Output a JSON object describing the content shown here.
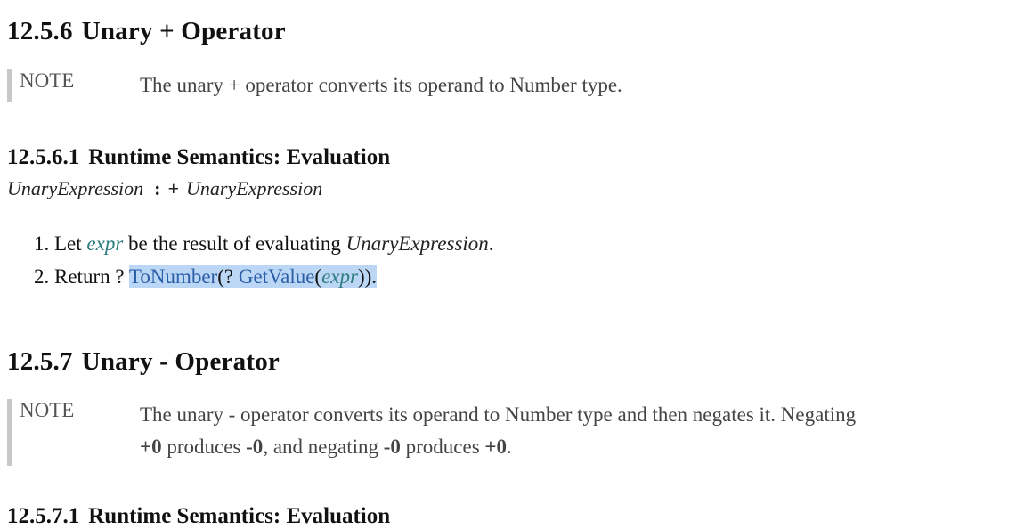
{
  "section_1": {
    "number": "12.5.6",
    "title": "Unary + Operator",
    "note_label": "NOTE",
    "note_text": "The unary + operator converts its operand to Number type."
  },
  "subsection_1": {
    "number": "12.5.6.1",
    "title": "Runtime Semantics: Evaluation",
    "grammar_lhs": "UnaryExpression",
    "grammar_colon": ":",
    "grammar_op": "+",
    "grammar_rhs": "UnaryExpression",
    "steps": {
      "s1_prefix": "1. Let",
      "s1_var": "expr",
      "s1_mid": "be the result of evaluating",
      "s1_nt": "UnaryExpression",
      "s1_end": ".",
      "s2_prefix": "2. Return ?",
      "s2_fn1": "ToNumber",
      "s2_open": "(? ",
      "s2_fn2": "GetValue",
      "s2_paren": "(",
      "s2_var": "expr",
      "s2_close": "))."
    }
  },
  "section_2": {
    "number": "12.5.7",
    "title": "Unary - Operator",
    "note_label": "NOTE",
    "note_line1": "The unary - operator converts its operand to Number type and then negates it. Negating",
    "note_l2_a": "+0",
    "note_l2_b": " produces ",
    "note_l2_c": "-0",
    "note_l2_d": ", and negating ",
    "note_l2_e": "-0",
    "note_l2_f": " produces ",
    "note_l2_g": "+0",
    "note_l2_h": "."
  },
  "subsection_2": {
    "number": "12.5.7.1",
    "title": "Runtime Semantics: Evaluation"
  }
}
